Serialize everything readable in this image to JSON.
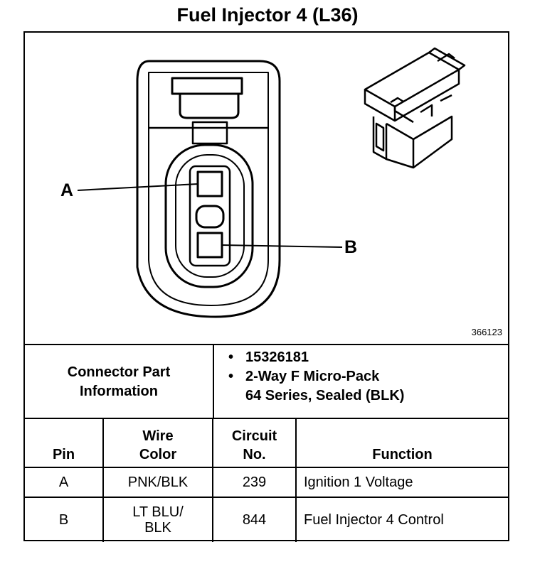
{
  "title": "Fuel Injector 4 (L36)",
  "diagram": {
    "label_a": "A",
    "label_b": "B",
    "part_number": "366123"
  },
  "connector_info": {
    "label_line1": "Connector Part",
    "label_line2": "Information",
    "items": [
      "15326181",
      "2-Way F Micro-Pack",
      "64 Series, Sealed (BLK)"
    ]
  },
  "table": {
    "headers": {
      "pin": "Pin",
      "wire_color_1": "Wire",
      "wire_color_2": "Color",
      "circuit_1": "Circuit",
      "circuit_2": "No.",
      "function": "Function"
    },
    "rows": [
      {
        "pin": "A",
        "wire_1": "PNK/BLK",
        "wire_2": "",
        "circuit": "239",
        "function": "Ignition 1 Voltage"
      },
      {
        "pin": "B",
        "wire_1": "LT BLU/",
        "wire_2": "BLK",
        "circuit": "844",
        "function": "Fuel Injector 4 Control"
      }
    ]
  }
}
